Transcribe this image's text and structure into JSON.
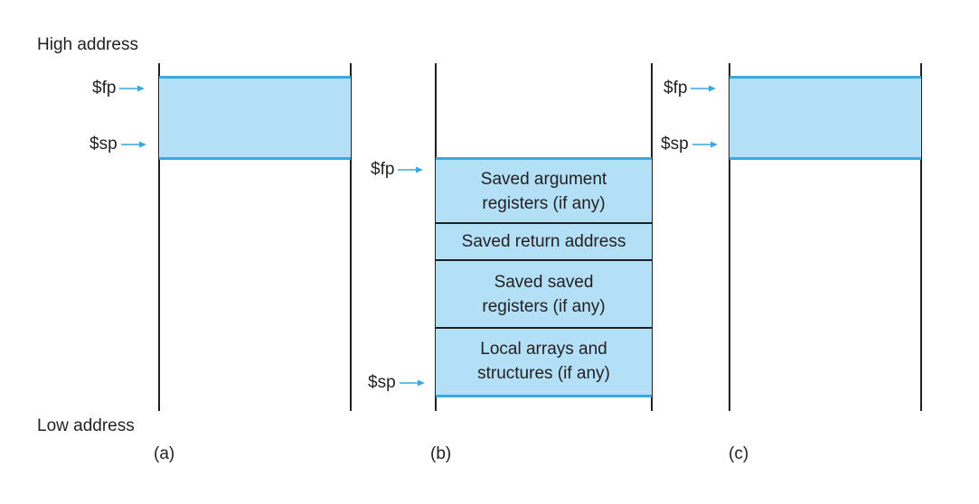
{
  "labels": {
    "high_address": "High address",
    "low_address": "Low address"
  },
  "panels": [
    {
      "caption": "(a)",
      "fp_label": "$fp",
      "sp_label": "$sp"
    },
    {
      "caption": "(b)",
      "fp_label": "$fp",
      "sp_label": "$sp",
      "rows": [
        "Saved argument registers (if any)",
        "Saved return address",
        "Saved saved registers (if any)",
        "Local arrays and structures (if any)"
      ]
    },
    {
      "caption": "(c)",
      "fp_label": "$fp",
      "sp_label": "$sp"
    }
  ],
  "colors": {
    "frame_fill": "#b3e0f7",
    "frame_edge": "#3aa9e0",
    "arrow": "#3aa9e0",
    "line": "#231f20"
  },
  "icons": {
    "pointer_arrow": "right-arrow-icon"
  }
}
